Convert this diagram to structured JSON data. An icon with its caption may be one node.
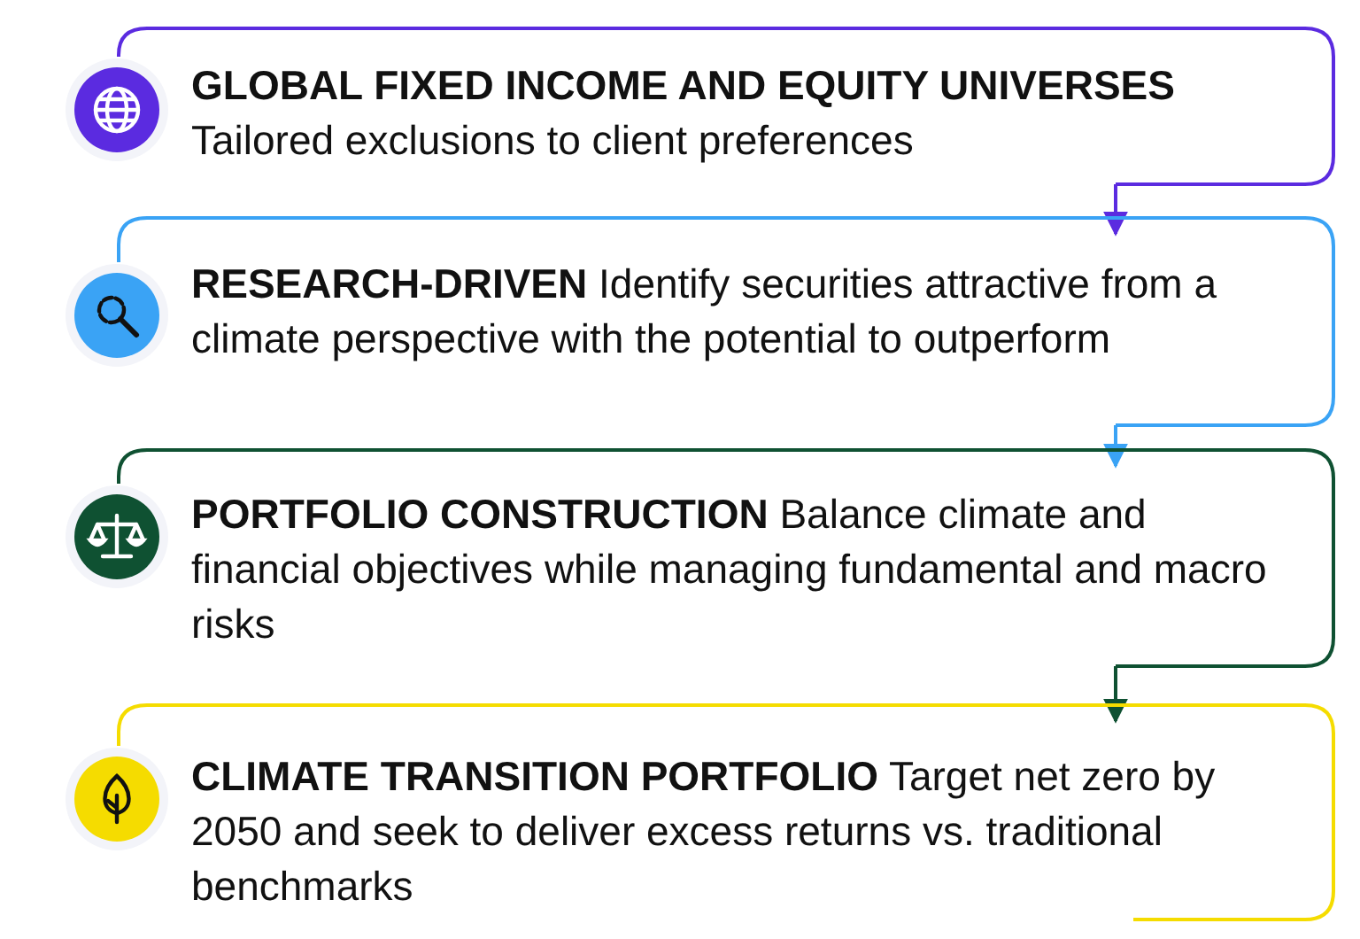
{
  "diagram": {
    "nodes": [
      {
        "text": [
          "GLOBAL FIXED INCOME AND EQUITY UNIVERSES",
          "Tailored exclusions to client preferences"
        ]
      },
      {
        "text": [
          "**RESEARCH-DRIVEN** Identify securities attractive from a climate perspective with the potential to outperform"
        ]
      },
      {
        "text": [
          "**PORTFOLIO CONSTRUCTION** Balance climate and financial objectives while managing fundamental and macro risks"
        ]
      },
      {
        "text": [
          "**CLIMATE TRANSITION PORTFOLIO** Target net zero by 2050 and seek to deliver excess returns vs. traditional benchmarks"
        ]
      }
    ],
    "edges": [
      {
        "from": 0,
        "to": 1,
        "arrow": "to",
        "color": "#5b2be0"
      },
      {
        "from": 1,
        "to": 2,
        "arrow": "to",
        "color": "#3aa3f5"
      },
      {
        "from": 2,
        "to": 3,
        "arrow": "to",
        "color": "#0f5132"
      }
    ]
  }
}
